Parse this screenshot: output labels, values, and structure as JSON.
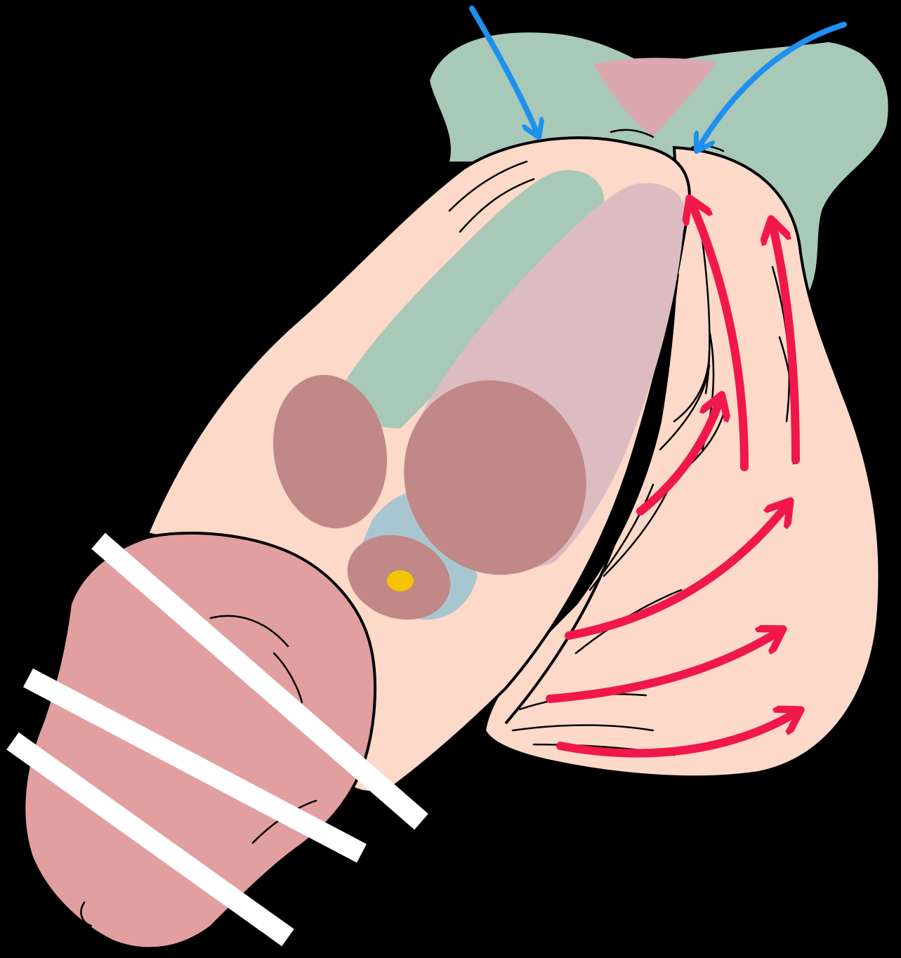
{
  "colors": {
    "background": "#000000",
    "skin": "#fcd9c8",
    "glans": "#e29fa0",
    "glans_shade": "#d98d90",
    "green_tissue": "#a8c8b8",
    "mauve_cylinder": "#dcbcc0",
    "corpus_cavernosum": "#c08887",
    "urethra_sheath": "#a8c6cf",
    "urethra": "#c08887",
    "urethral_lumen": "#f5c400",
    "gap_pink": "#dba8ae",
    "outline": "#000000",
    "bands": "#ffffff",
    "blue_arrows": "#1e90f0",
    "red_arrows": "#f0184a"
  },
  "icons": {
    "compression_bands": "white-band-icon",
    "inflow_arrows": "blue-arrow-icon",
    "outflow_arrows": "red-arrow-icon"
  },
  "counts": {
    "compression_bands": 3,
    "blue_arrows": 2,
    "red_arrows": 6
  }
}
